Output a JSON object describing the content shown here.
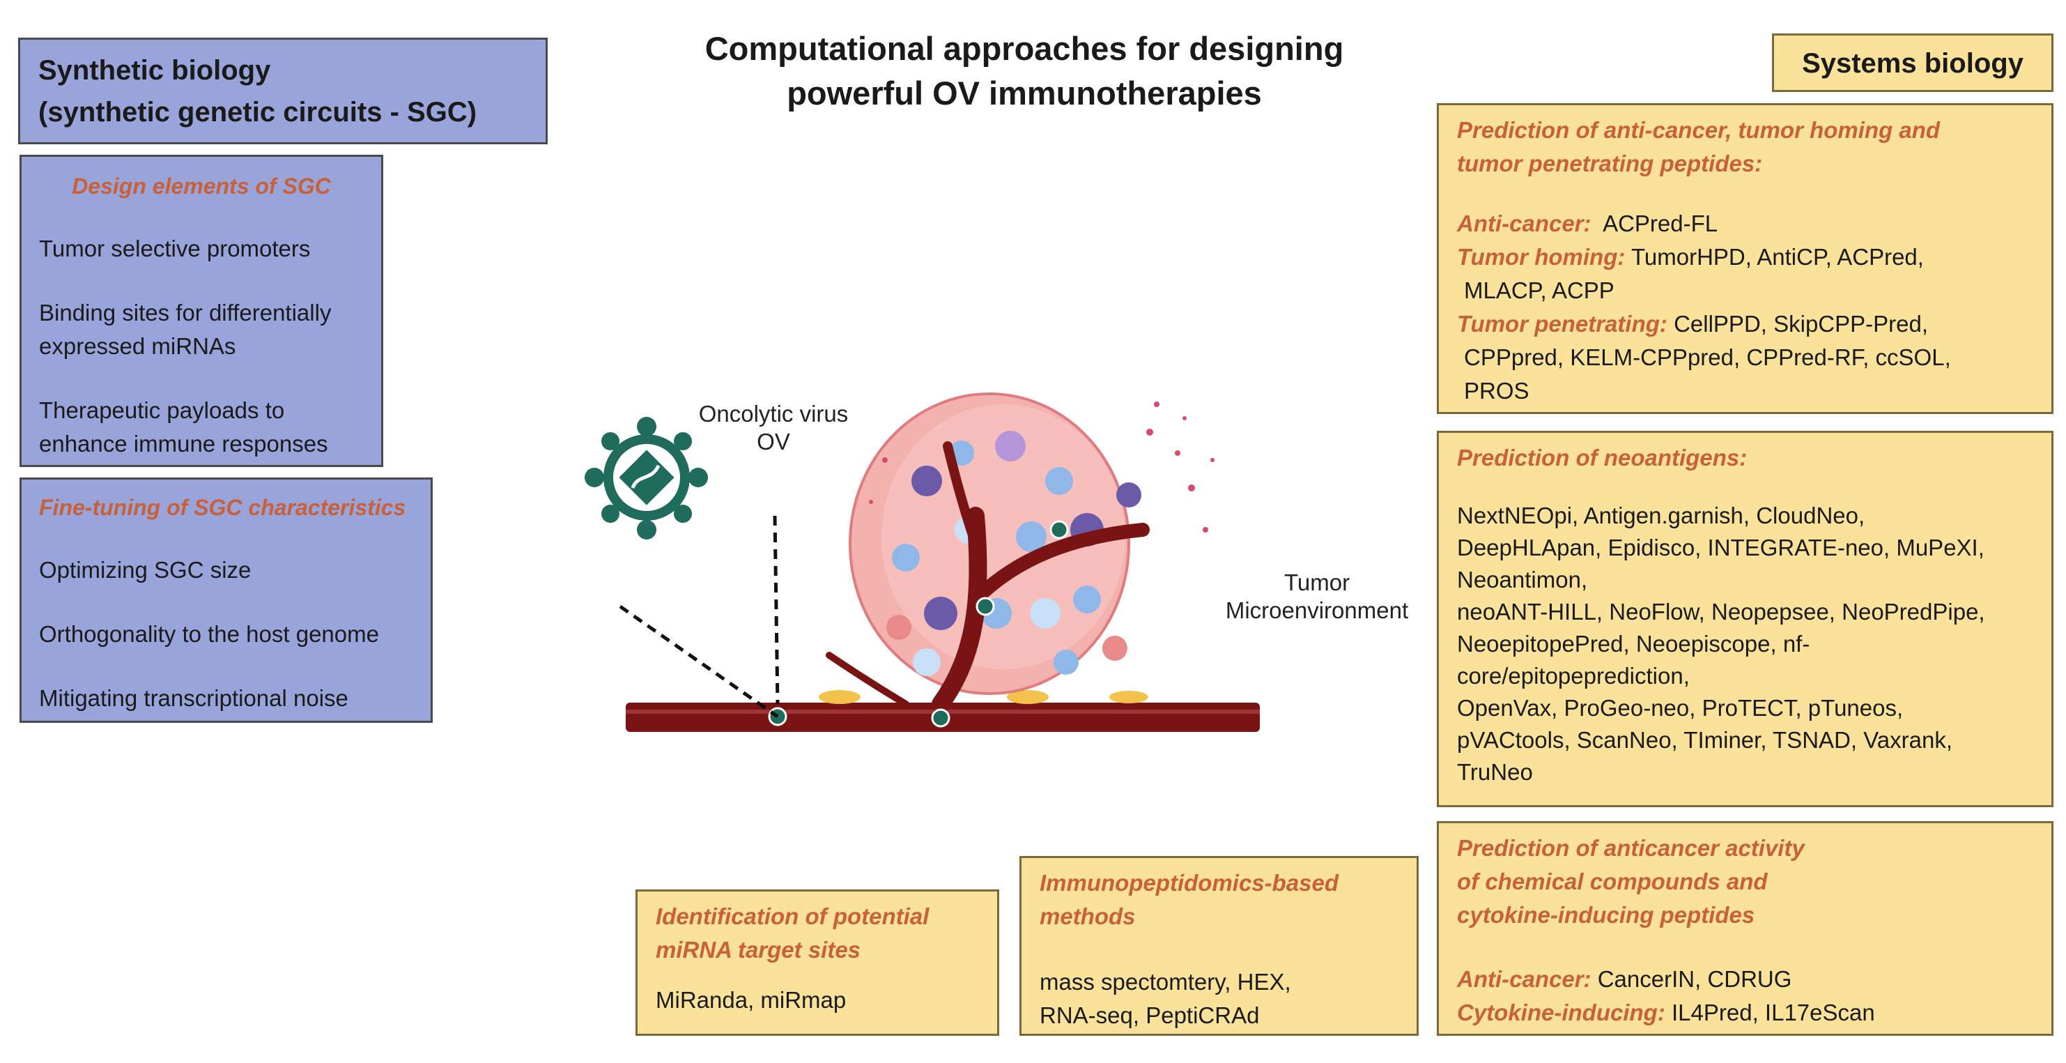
{
  "title": {
    "line1": "Computational approaches for designing",
    "line2": "powerful OV immunotherapies"
  },
  "synbio": {
    "header_line1": "Synthetic biology",
    "header_line2": "(synthetic genetic circuits - SGC)",
    "design": {
      "heading": "Design elements of SGC",
      "item1": "Tumor selective promoters",
      "item2_line1": "Binding sites for differentially",
      "item2_line2": "expressed miRNAs",
      "item3_line1": "Therapeutic payloads to",
      "item3_line2": "enhance immune responses"
    },
    "finetune": {
      "heading": "Fine-tuning of SGC characteristics",
      "item1": "Optimizing SGC size",
      "item2": "Orthogonality to the host genome",
      "item3": "Mitigating transcriptional noise"
    }
  },
  "sysbio": {
    "header": "Systems biology",
    "peptides": {
      "heading_line1": "Prediction of anti-cancer, tumor homing and",
      "heading_line2": "tumor penetrating peptides:",
      "anticancer_label": "Anti-cancer:",
      "anticancer_tools": "ACPred-FL",
      "homing_label": "Tumor homing:",
      "homing_tools_line1": "TumorHPD, AntiCP, ACPred,",
      "homing_tools_line2": "MLACP, ACPP",
      "penetrating_label": "Tumor penetrating:",
      "penetrating_tools_line1": "CellPPD, SkipCPP-Pred,",
      "penetrating_tools_line2": "CPPpred, KELM-CPPpred, CPPred-RF, ccSOL,",
      "penetrating_tools_line3": "PROS"
    },
    "neoantigens": {
      "heading": "Prediction of neoantigens:",
      "lines": [
        "NextNEOpi, Antigen.garnish, CloudNeo,",
        "DeepHLApan, Epidisco, INTEGRATE-neo, MuPeXI,",
        "Neoantimon,",
        "neoANT-HILL, NeoFlow, Neopepsee, NeoPredPipe,",
        "NeoepitopePred, Neoepiscope, nf-",
        "core/epitopeprediction,",
        "OpenVax, ProGeo-neo, ProTECT, pTuneos,",
        "pVACtools, ScanNeo, TIminer, TSNAD, Vaxrank,",
        "TruNeo"
      ]
    },
    "anticancer_activity": {
      "heading_line1": "Prediction of anticancer activity",
      "heading_line2": "of chemical compounds and",
      "heading_line3": "cytokine-inducing peptides",
      "anticancer_label": "Anti-cancer:",
      "anticancer_tools": "CancerIN, CDRUG",
      "cytokine_label": "Cytokine-inducing:",
      "cytokine_tools": "IL4Pred, IL17eScan"
    }
  },
  "immunopeptidomics": {
    "heading_line1": "Immunopeptidomics-based",
    "heading_line2": "methods",
    "tools_line1": "mass spectomtery, HEX,",
    "tools_line2": "RNA-seq, PeptiCRAd"
  },
  "mirna": {
    "heading_line1": "Identification of potential",
    "heading_line2": "miRNA target sites",
    "tools": "MiRanda, miRmap"
  },
  "illustration": {
    "virus_label_line1": "Oncolytic virus",
    "virus_label_line2": "OV",
    "tumor_label_line1": "Tumor",
    "tumor_label_line2": "Microenvironment"
  },
  "colors": {
    "blue_box": "#98a4da",
    "yellow_box": "#fbe29a",
    "heading_orange": "#c8613a",
    "vessel": "#7a1414",
    "virus": "#1f6b5c"
  }
}
